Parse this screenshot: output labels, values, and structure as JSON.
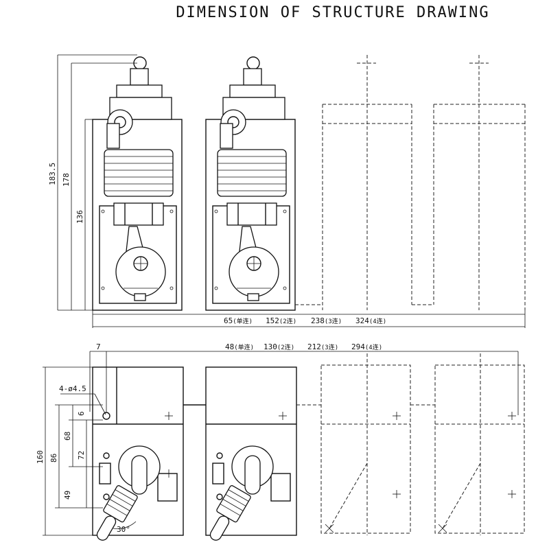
{
  "title": "DIMENSION OF STRUCTURE DRAWING",
  "front_view": {
    "height_dims": [
      "183.5",
      "178",
      "136"
    ],
    "width_callouts": [
      {
        "value": "65",
        "note": "(单连)"
      },
      {
        "value": "152",
        "note": "(2连)"
      },
      {
        "value": "238",
        "note": "(3连)"
      },
      {
        "value": "324",
        "note": "(4连)"
      }
    ]
  },
  "bottom_view": {
    "offset_dim": "7",
    "spacing_callouts": [
      {
        "value": "48",
        "note": "(单连)"
      },
      {
        "value": "130",
        "note": "(2连)"
      },
      {
        "value": "212",
        "note": "(3连)"
      },
      {
        "value": "294",
        "note": "(4连)"
      }
    ],
    "hole_label": "4-ø4.5",
    "height_dims": [
      "160",
      "86",
      "68",
      "72",
      "6",
      "49"
    ],
    "angle_label": "30°"
  }
}
